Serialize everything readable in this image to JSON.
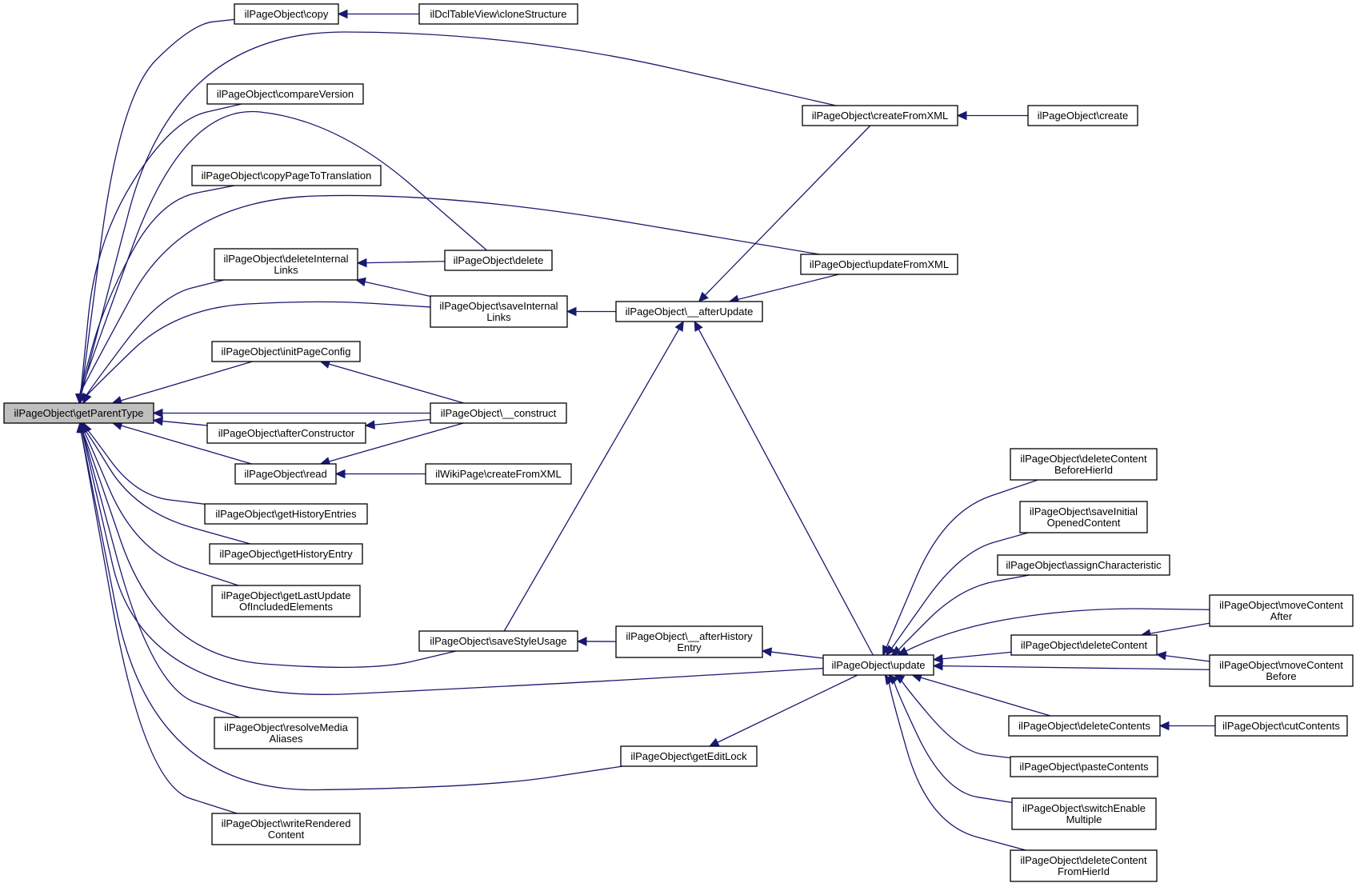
{
  "diagram": {
    "nodes": [
      {
        "id": "root",
        "lines": [
          "ilPageObject\\getParentType"
        ],
        "root": true
      },
      {
        "id": "copy",
        "lines": [
          "ilPageObject\\copy"
        ]
      },
      {
        "id": "clone",
        "lines": [
          "ilDclTableView\\cloneStructure"
        ]
      },
      {
        "id": "compare",
        "lines": [
          "ilPageObject\\compareVersion"
        ]
      },
      {
        "id": "copytrans",
        "lines": [
          "ilPageObject\\copyPageToTranslation"
        ]
      },
      {
        "id": "delint",
        "lines": [
          "ilPageObject\\deleteInternal",
          "Links"
        ]
      },
      {
        "id": "initcfg",
        "lines": [
          "ilPageObject\\initPageConfig"
        ]
      },
      {
        "id": "afterctor",
        "lines": [
          "ilPageObject\\afterConstructor"
        ]
      },
      {
        "id": "read",
        "lines": [
          "ilPageObject\\read"
        ]
      },
      {
        "id": "histentries",
        "lines": [
          "ilPageObject\\getHistoryEntries"
        ]
      },
      {
        "id": "histentry",
        "lines": [
          "ilPageObject\\getHistoryEntry"
        ]
      },
      {
        "id": "lastupd",
        "lines": [
          "ilPageObject\\getLastUpdate",
          "OfIncludedElements"
        ]
      },
      {
        "id": "resolve",
        "lines": [
          "ilPageObject\\resolveMedia",
          "Aliases"
        ]
      },
      {
        "id": "writerend",
        "lines": [
          "ilPageObject\\writeRendered",
          "Content"
        ]
      },
      {
        "id": "delete",
        "lines": [
          "ilPageObject\\delete"
        ]
      },
      {
        "id": "saveint",
        "lines": [
          "ilPageObject\\saveInternal",
          "Links"
        ]
      },
      {
        "id": "construct",
        "lines": [
          "ilPageObject\\__construct"
        ]
      },
      {
        "id": "wikicfx",
        "lines": [
          "ilWikiPage\\createFromXML"
        ]
      },
      {
        "id": "savestyle",
        "lines": [
          "ilPageObject\\saveStyleUsage"
        ]
      },
      {
        "id": "editlock",
        "lines": [
          "ilPageObject\\getEditLock"
        ]
      },
      {
        "id": "afterupdate",
        "lines": [
          "ilPageObject\\__afterUpdate"
        ]
      },
      {
        "id": "afterhist",
        "lines": [
          "ilPageObject\\__afterHistory",
          "Entry"
        ]
      },
      {
        "id": "cfx",
        "lines": [
          "ilPageObject\\createFromXML"
        ]
      },
      {
        "id": "ufx",
        "lines": [
          "ilPageObject\\updateFromXML"
        ]
      },
      {
        "id": "update",
        "lines": [
          "ilPageObject\\update"
        ]
      },
      {
        "id": "create",
        "lines": [
          "ilPageObject\\create"
        ]
      },
      {
        "id": "delcbh",
        "lines": [
          "ilPageObject\\deleteContent",
          "BeforeHierId"
        ]
      },
      {
        "id": "saveinit",
        "lines": [
          "ilPageObject\\saveInitial",
          "OpenedContent"
        ]
      },
      {
        "id": "assign",
        "lines": [
          "ilPageObject\\assignCharacteristic"
        ]
      },
      {
        "id": "delcontent",
        "lines": [
          "ilPageObject\\deleteContent"
        ]
      },
      {
        "id": "delcontents",
        "lines": [
          "ilPageObject\\deleteContents"
        ]
      },
      {
        "id": "paste",
        "lines": [
          "ilPageObject\\pasteContents"
        ]
      },
      {
        "id": "switchen",
        "lines": [
          "ilPageObject\\switchEnable",
          "Multiple"
        ]
      },
      {
        "id": "delcfh",
        "lines": [
          "ilPageObject\\deleteContent",
          "FromHierId"
        ]
      },
      {
        "id": "moveafter",
        "lines": [
          "ilPageObject\\moveContent",
          "After"
        ]
      },
      {
        "id": "movebefore",
        "lines": [
          "ilPageObject\\moveContent",
          "Before"
        ]
      },
      {
        "id": "cut",
        "lines": [
          "ilPageObject\\cutContents"
        ]
      }
    ],
    "edges": [
      {
        "from": "copy",
        "to": "root"
      },
      {
        "from": "cfx",
        "to": "root"
      },
      {
        "from": "compare",
        "to": "root"
      },
      {
        "from": "delete",
        "to": "root"
      },
      {
        "from": "copytrans",
        "to": "root"
      },
      {
        "from": "ufx",
        "to": "root"
      },
      {
        "from": "delint",
        "to": "root"
      },
      {
        "from": "saveint",
        "to": "root"
      },
      {
        "from": "initcfg",
        "to": "root"
      },
      {
        "from": "construct",
        "to": "root"
      },
      {
        "from": "afterctor",
        "to": "root"
      },
      {
        "from": "read",
        "to": "root"
      },
      {
        "from": "histentries",
        "to": "root"
      },
      {
        "from": "histentry",
        "to": "root"
      },
      {
        "from": "lastupd",
        "to": "root"
      },
      {
        "from": "savestyle",
        "to": "root"
      },
      {
        "from": "update",
        "to": "root"
      },
      {
        "from": "resolve",
        "to": "root"
      },
      {
        "from": "editlock",
        "to": "root"
      },
      {
        "from": "writerend",
        "to": "root"
      },
      {
        "from": "clone",
        "to": "copy"
      },
      {
        "from": "delete",
        "to": "delint"
      },
      {
        "from": "saveint",
        "to": "delint"
      },
      {
        "from": "afterupdate",
        "to": "saveint"
      },
      {
        "from": "construct",
        "to": "initcfg"
      },
      {
        "from": "construct",
        "to": "afterctor"
      },
      {
        "from": "construct",
        "to": "read"
      },
      {
        "from": "wikicfx",
        "to": "read"
      },
      {
        "from": "afterhist",
        "to": "savestyle"
      },
      {
        "from": "savestyle",
        "to": "afterupdate"
      },
      {
        "from": "cfx",
        "to": "afterupdate"
      },
      {
        "from": "ufx",
        "to": "afterupdate"
      },
      {
        "from": "update",
        "to": "afterupdate"
      },
      {
        "from": "create",
        "to": "cfx"
      },
      {
        "from": "update",
        "to": "afterhist"
      },
      {
        "from": "update",
        "to": "editlock"
      },
      {
        "from": "delcbh",
        "to": "update"
      },
      {
        "from": "saveinit",
        "to": "update"
      },
      {
        "from": "assign",
        "to": "update"
      },
      {
        "from": "moveafter",
        "to": "update"
      },
      {
        "from": "delcontent",
        "to": "update"
      },
      {
        "from": "movebefore",
        "to": "update"
      },
      {
        "from": "delcontents",
        "to": "update"
      },
      {
        "from": "paste",
        "to": "update"
      },
      {
        "from": "switchen",
        "to": "update"
      },
      {
        "from": "delcfh",
        "to": "update"
      },
      {
        "from": "moveafter",
        "to": "delcontent"
      },
      {
        "from": "movebefore",
        "to": "delcontent"
      },
      {
        "from": "cut",
        "to": "delcontents"
      }
    ]
  }
}
